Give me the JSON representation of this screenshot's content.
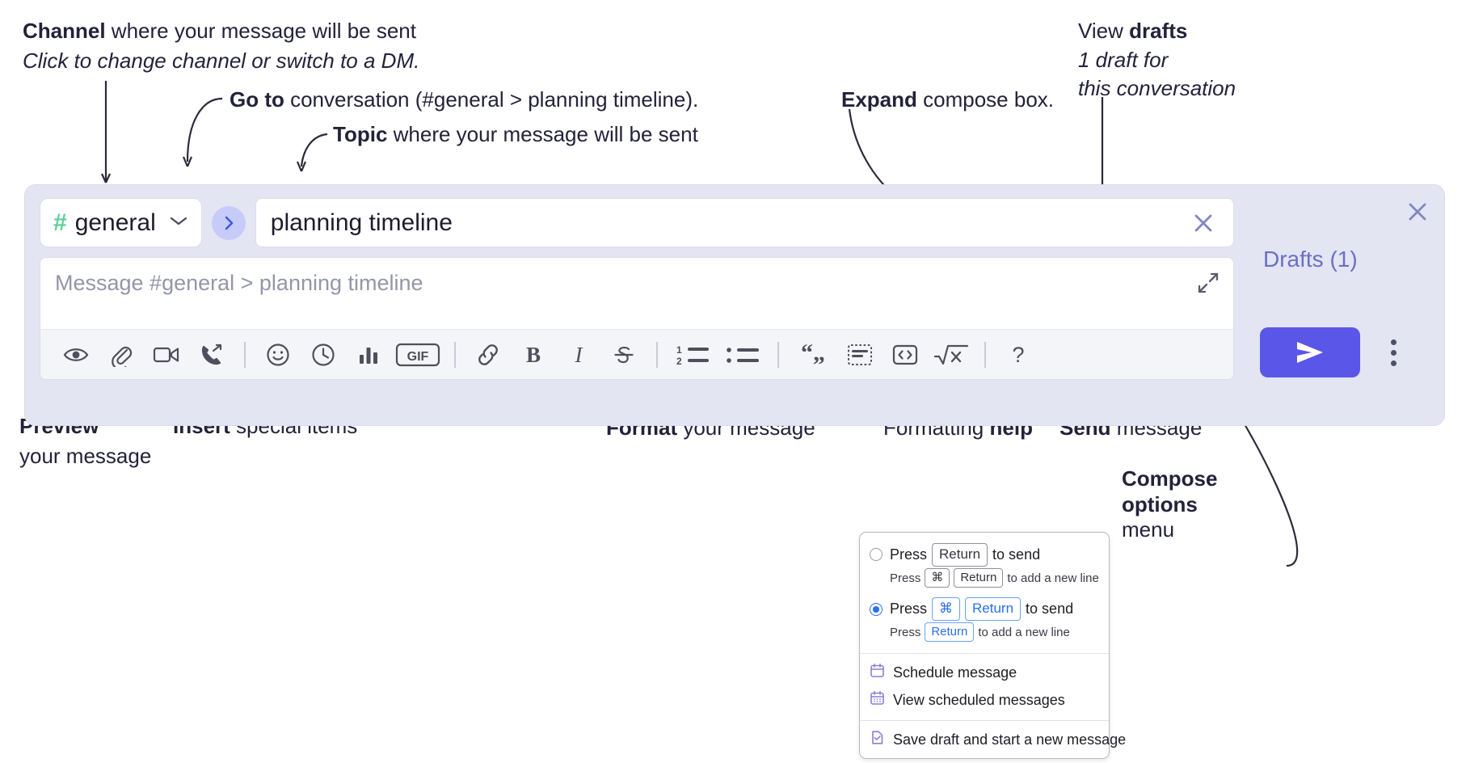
{
  "annotations": {
    "channel": {
      "bold": "Channel",
      "rest": " where your message will be sent",
      "italic": "Click to change channel or switch to a DM."
    },
    "goto": {
      "bold": "Go to",
      "rest": " conversation (#general > planning timeline)."
    },
    "topic": {
      "bold": "Topic",
      "rest": " where your message will be sent"
    },
    "expand": {
      "bold": "Expand",
      "rest": " compose box."
    },
    "drafts": {
      "plain": "View ",
      "bold": "drafts",
      "italic1": "1 draft for",
      "italic2": "this conversation"
    },
    "preview": {
      "bold": "Preview",
      "rest": "your message"
    },
    "insert": {
      "bold": "Insert",
      "rest": " special items"
    },
    "format": {
      "bold": "Format",
      "rest": " your message"
    },
    "help": {
      "plain": "Formatting ",
      "bold": "help"
    },
    "send": {
      "bold": "Send",
      "rest": " message"
    },
    "compose_options": {
      "bold1": "Compose",
      "bold2": "options",
      "rest": "menu"
    }
  },
  "compose": {
    "channel_name": "general",
    "channel_hash": "#",
    "topic_value": "planning timeline",
    "message_placeholder": "Message #general > planning timeline",
    "drafts_label": "Drafts (1)",
    "toolbar_left": [
      {
        "name": "preview-icon",
        "label": "Preview"
      },
      {
        "name": "attachment-icon",
        "label": "Attach file"
      },
      {
        "name": "video-icon",
        "label": "Record video clip"
      },
      {
        "name": "phone-forward-icon",
        "label": "Record audio clip"
      }
    ],
    "toolbar_insert": [
      {
        "name": "emoji-icon",
        "label": "Emoji"
      },
      {
        "name": "clock-icon",
        "label": "Reminder"
      },
      {
        "name": "poll-icon",
        "label": "Poll"
      },
      {
        "name": "gif-icon",
        "label": "GIF"
      }
    ],
    "toolbar_format": [
      {
        "name": "link-icon",
        "label": "Link"
      },
      {
        "name": "bold-icon",
        "label": "B"
      },
      {
        "name": "italic-icon",
        "label": "I"
      },
      {
        "name": "strikethrough-icon",
        "label": "S"
      },
      {
        "name": "ordered-list-icon",
        "label": "Numbered list"
      },
      {
        "name": "bulleted-list-icon",
        "label": "Bulleted list"
      },
      {
        "name": "quote-icon",
        "label": "Blockquote"
      },
      {
        "name": "spoiler-icon",
        "label": "Spoiler"
      },
      {
        "name": "code-icon",
        "label": "Code"
      },
      {
        "name": "math-icon",
        "label": "Math"
      }
    ],
    "toolbar_help": {
      "name": "help-icon",
      "label": "?"
    }
  },
  "menu": {
    "options": [
      {
        "selected": false,
        "main_pre": "Press",
        "main_keys": [
          "Return"
        ],
        "main_post": "to send",
        "sub_pre": "Press",
        "sub_keys": [
          "⌘",
          "Return"
        ],
        "sub_post": "to add a new line"
      },
      {
        "selected": true,
        "main_pre": "Press",
        "main_keys": [
          "⌘",
          "Return"
        ],
        "main_post": "to send",
        "sub_pre": "Press",
        "sub_keys": [
          "Return"
        ],
        "sub_post": "to add a new line"
      }
    ],
    "items": [
      {
        "icon": "calendar-schedule-icon",
        "label": "Schedule message"
      },
      {
        "icon": "calendar-list-icon",
        "label": "View scheduled messages"
      },
      {
        "icon": "save-draft-icon",
        "label": "Save draft and start a new message"
      }
    ]
  },
  "colors": {
    "accent_purple": "#5a56e8",
    "drafts_text": "#6a6fc4",
    "compose_bg": "#e4e5f3",
    "hash_green": "#5ecf9a",
    "goto_bg": "#c6cbfa",
    "radio_blue": "#2a6ff0",
    "menu_icon_purple": "#8b7fd4"
  }
}
